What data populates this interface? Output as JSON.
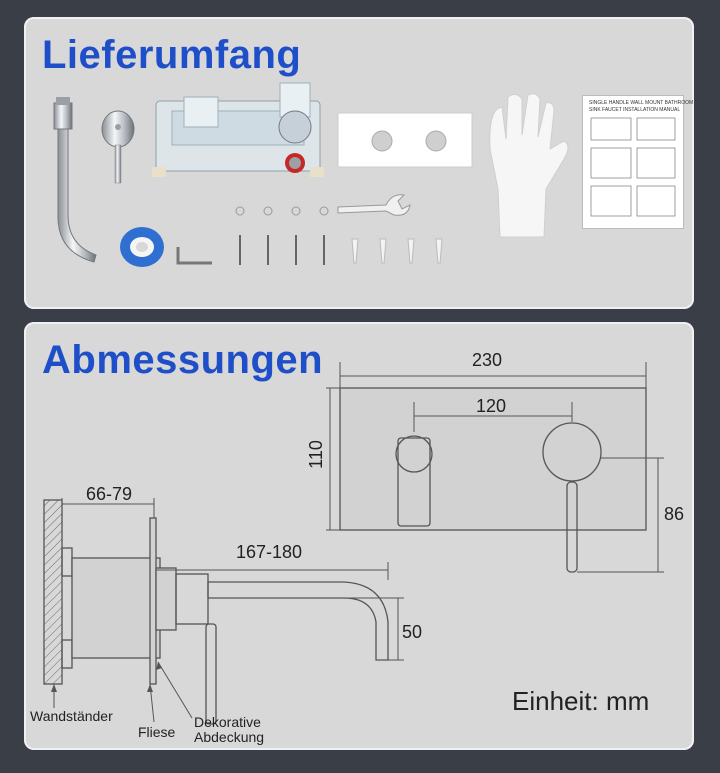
{
  "scope": {
    "title": "Lieferumfang",
    "manual_title": "SINGLE HANDLE WALL MOUNT BATHROOM",
    "manual_subtitle": "SINK FAUCET INSTALLATION MANUAL"
  },
  "dimensions": {
    "title": "Abmessungen",
    "plate_width": "230",
    "center_distance": "120",
    "plate_height": "110",
    "handle_height": "86",
    "wall_depth": "66-79",
    "spout_reach": "167-180",
    "spout_height": "50",
    "unit": "Einheit: mm",
    "label_wall": "Wandständer",
    "label_tile": "Fliese",
    "label_cover_1": "Dekorative",
    "label_cover_2": "Abdeckung"
  },
  "colors": {
    "heading": "#1f4fc8",
    "line": "#555555",
    "panel": "#d8d8d8",
    "background": "#3a3f47"
  }
}
